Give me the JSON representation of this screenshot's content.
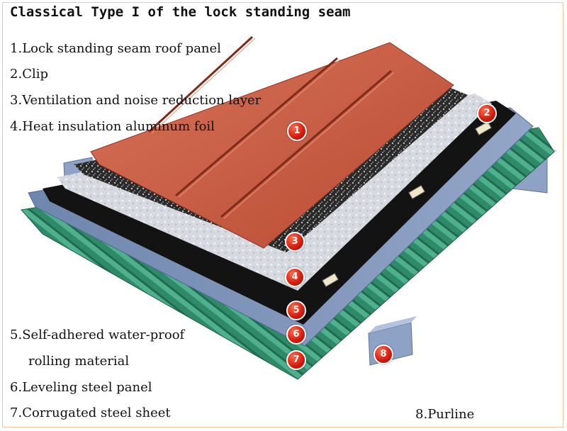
{
  "title": "Classical Type I of the lock standing seam",
  "legend": [
    {
      "num": "1.",
      "text": "Lock standing seam roof panel"
    },
    {
      "num": "2.",
      "text": "Clip"
    },
    {
      "num": "3.",
      "text": "Ventilation and noise reduction layer"
    },
    {
      "num": "4.",
      "text": "Heat insulation aluminum foil"
    },
    {
      "num": "5.",
      "text": "Self-adhered water-proof"
    },
    {
      "num": "",
      "text": "rolling material"
    },
    {
      "num": "6.",
      "text": "Leveling steel panel"
    },
    {
      "num": "7.",
      "text": "Corrugated steel sheet"
    },
    {
      "num": "8.",
      "text": "Purline"
    }
  ],
  "markers": [
    "1",
    "2",
    "3",
    "4",
    "5",
    "6",
    "7",
    "8"
  ],
  "colors": {
    "roof_panel": "#c2553b",
    "ventilation_layer": "#2a2a2a",
    "aluminum_foil": "#d9dbe0",
    "waterproof_layer": "#111111",
    "leveling_panel": "#7e93b8",
    "corrugated_sheet": "#3a9a78",
    "purline": "#8ea2c6",
    "marker": "#d31a0c"
  }
}
